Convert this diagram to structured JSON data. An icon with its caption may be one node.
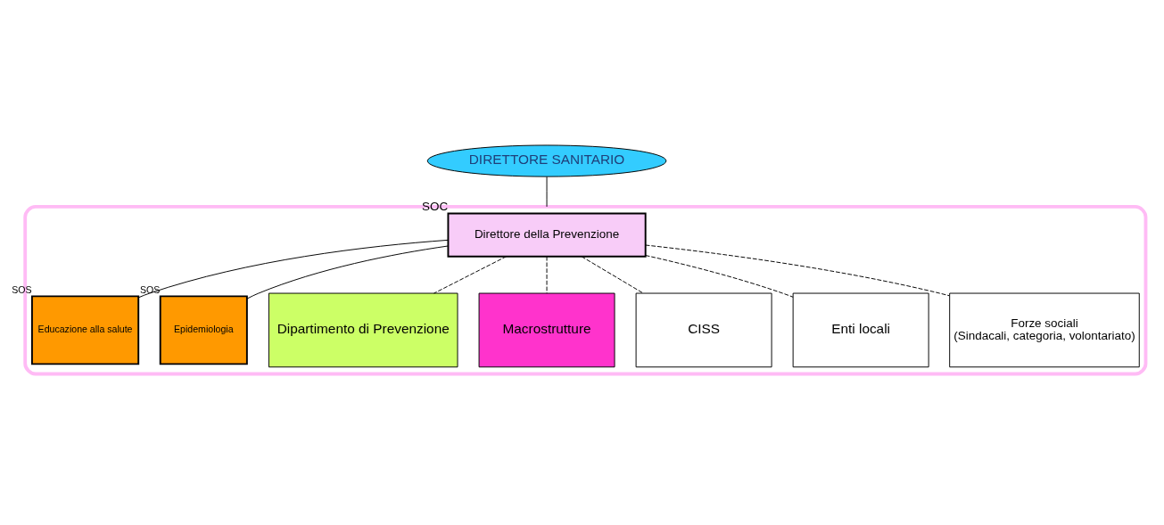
{
  "diagram": {
    "nodes": [
      {
        "text": [
          "DIRETTORE SANITARIO"
        ]
      },
      {
        "text": [],
        "shape": "box"
      },
      {
        "text": [
          "Direttore della Prevenzione"
        ],
        "in": 1,
        "beside": [
          "SOC"
        ]
      },
      {
        "text": [
          "Educazione alla salute"
        ],
        "in": 1,
        "beside": [
          "SOS"
        ]
      },
      {
        "text": [
          "Epidemiologia"
        ],
        "in": 1,
        "beside": [
          "SOS"
        ]
      },
      {
        "text": [
          "Dipartimento di Prevenzione"
        ],
        "in": 1
      },
      {
        "text": [
          "Macrostrutture"
        ],
        "in": 1
      },
      {
        "text": [
          "CISS"
        ],
        "in": 1
      },
      {
        "text": [
          "Enti locali"
        ],
        "in": 1
      },
      {
        "text": [
          "Forze sociali",
          "(Sindacali, categoria, volontariato)"
        ],
        "in": 1
      }
    ],
    "edges": [
      {
        "from": 0,
        "to": 1,
        "arrow": "none"
      },
      {
        "from": 2,
        "to": 3,
        "arrow": "none"
      },
      {
        "from": 2,
        "to": 4,
        "arrow": "none"
      },
      {
        "from": 2,
        "to": 5,
        "arrow": "none",
        "style": "dashed"
      },
      {
        "from": 2,
        "to": 6,
        "arrow": "none",
        "style": "dashed"
      },
      {
        "from": 2,
        "to": 7,
        "arrow": "none",
        "style": "dashed"
      },
      {
        "from": 2,
        "to": 8,
        "arrow": "none",
        "style": "dashed"
      },
      {
        "from": 2,
        "to": 9,
        "arrow": "none",
        "style": "dashed"
      }
    ]
  }
}
